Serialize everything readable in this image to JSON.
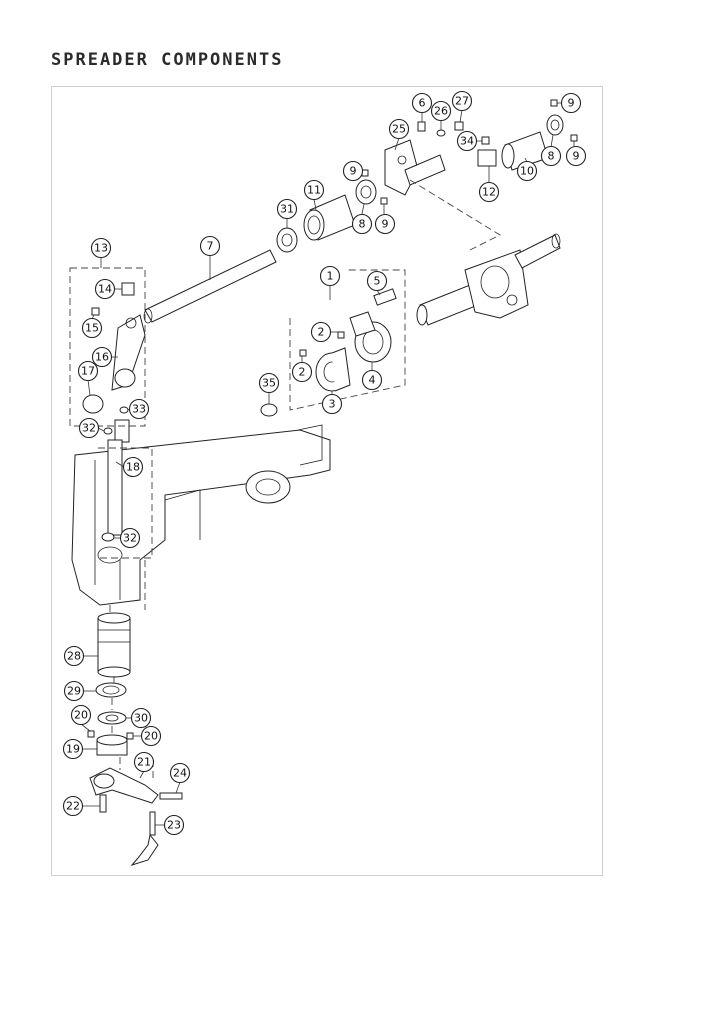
{
  "title": "SPREADER COMPONENTS",
  "callouts": [
    "1",
    "2",
    "2",
    "3",
    "4",
    "5",
    "6",
    "7",
    "8",
    "8",
    "9",
    "9",
    "9",
    "9",
    "10",
    "11",
    "12",
    "13",
    "14",
    "15",
    "16",
    "17",
    "18",
    "19",
    "20",
    "20",
    "21",
    "22",
    "23",
    "24",
    "25",
    "26",
    "27",
    "28",
    "29",
    "30",
    "31",
    "32",
    "32",
    "33",
    "34",
    "35"
  ]
}
